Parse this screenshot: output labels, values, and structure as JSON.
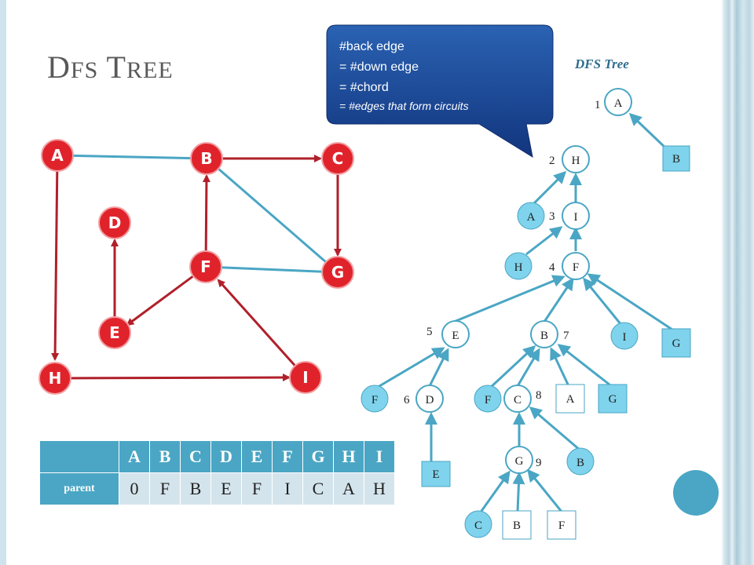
{
  "slide": {
    "title": "DFS Tree",
    "tree_caption": "DFS Tree"
  },
  "callout": {
    "lines": [
      "#back edge",
      "= #down edge",
      "= #chord"
    ],
    "italic_line": "= #edges that form circuits"
  },
  "graph": {
    "nodes": [
      "A",
      "B",
      "C",
      "D",
      "E",
      "F",
      "G",
      "H",
      "I"
    ],
    "tree_edges": [
      [
        "A",
        "H"
      ],
      [
        "H",
        "I"
      ],
      [
        "I",
        "F"
      ],
      [
        "F",
        "E"
      ],
      [
        "E",
        "D"
      ],
      [
        "F",
        "B"
      ],
      [
        "B",
        "C"
      ],
      [
        "C",
        "G"
      ]
    ],
    "back_edges": [
      [
        "A",
        "B"
      ],
      [
        "B",
        "G"
      ],
      [
        "F",
        "G"
      ]
    ],
    "colors": {
      "node": "#e0232b",
      "tree_edge": "#b0202a",
      "back_edge": "#4aa6c4"
    }
  },
  "dfs_tree": {
    "circle_nodes": [
      {
        "label": "A",
        "order": "1"
      },
      {
        "label": "H",
        "order": "2"
      },
      {
        "label": "I",
        "order": "3"
      },
      {
        "label": "F",
        "order": "4"
      },
      {
        "label": "E",
        "order": "5"
      },
      {
        "label": "D",
        "order": "6"
      },
      {
        "label": "B",
        "order": "7"
      },
      {
        "label": "C",
        "order": "8"
      },
      {
        "label": "G",
        "order": "9"
      }
    ],
    "back_refs": [
      "B",
      "A",
      "H",
      "I",
      "G",
      "F",
      "E",
      "F",
      "A",
      "G",
      "B",
      "C",
      "B",
      "F"
    ],
    "colors": {
      "node_fill": "#ffffff",
      "node_border": "#4aa6c4",
      "ref_fill": "#7fd3ec",
      "edge": "#4aa6c4"
    }
  },
  "table": {
    "row_label": "parent",
    "headers": [
      "A",
      "B",
      "C",
      "D",
      "E",
      "F",
      "G",
      "H",
      "I"
    ],
    "values": [
      "0",
      "F",
      "B",
      "E",
      "F",
      "I",
      "C",
      "A",
      "H"
    ]
  }
}
